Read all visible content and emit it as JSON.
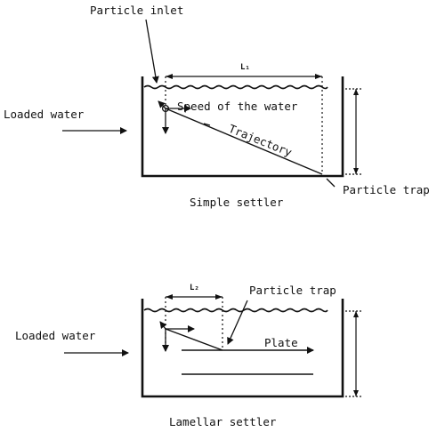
{
  "simple_settler": {
    "particle_inlet": "Particle inlet",
    "length_label": "L₁",
    "loaded_water": "Loaded water",
    "speed_of_water": "Speed of the water",
    "trajectory": "Trajectory",
    "particle_trap": "Particle trap",
    "caption": "Simple settler"
  },
  "lamellar_settler": {
    "length_label": "L₂",
    "particle_trap": "Particle trap",
    "loaded_water": "Loaded water",
    "plate": "Plate",
    "caption": "Lamellar settler"
  }
}
